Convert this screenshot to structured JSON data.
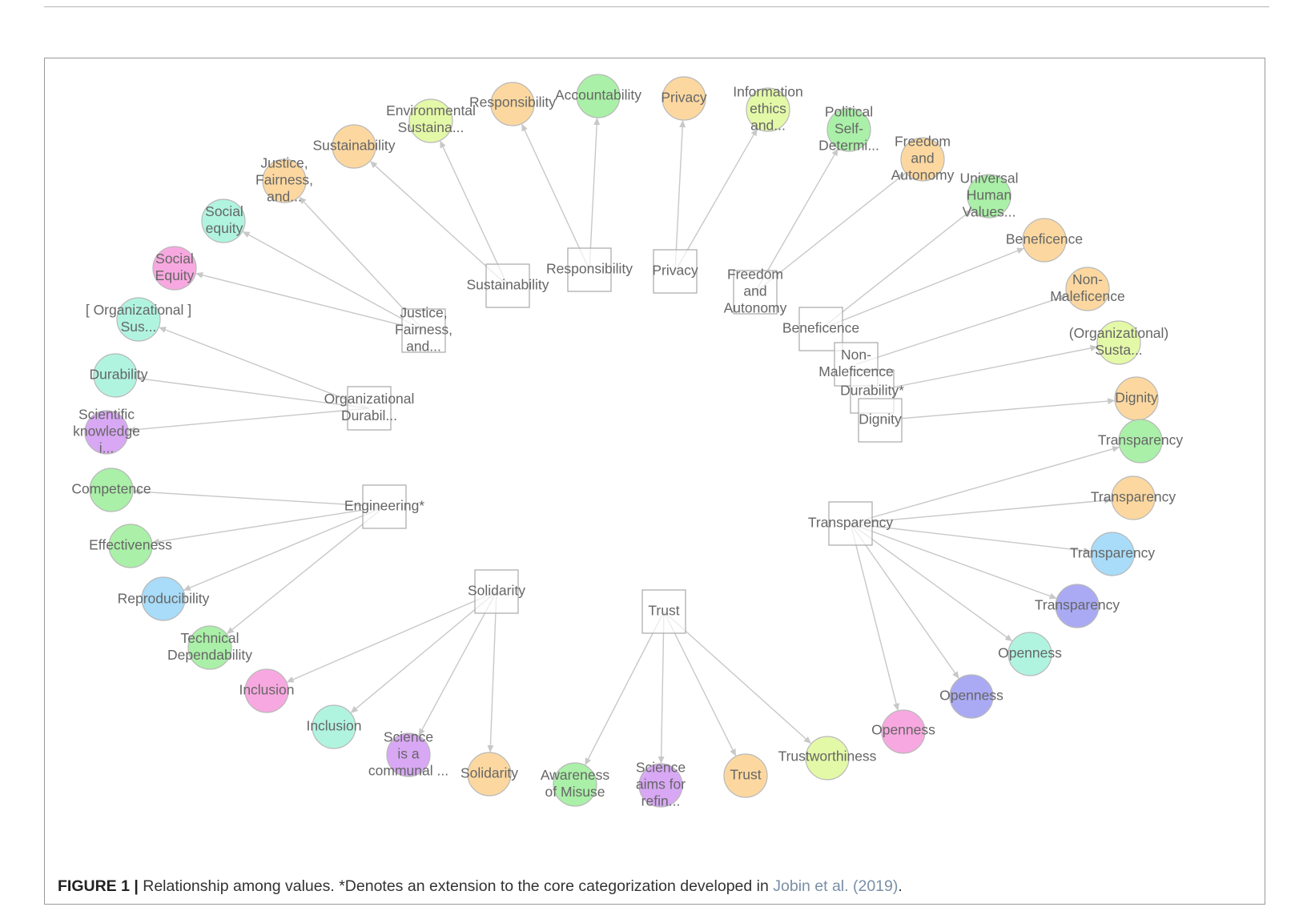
{
  "figure": {
    "caption_label": "FIGURE 1 |",
    "caption_text": "Relationship among values. *Denotes an extension to the core categorization developed in",
    "caption_ref": "Jobin et al. (2019)",
    "caption_end": "."
  },
  "colors": {
    "orange": "#fcd8a0",
    "green": "#aaf0a8",
    "lime": "#e4f9a8",
    "mint": "#b0f4e0",
    "pink": "#f8a8e0",
    "purple": "#d8a8f4",
    "blue": "#a8dcf8",
    "violet": "#aaaaf4",
    "edge": "#c8c8c8",
    "label": "#666666"
  },
  "graph": {
    "hubs": [
      {
        "id": "h-sust",
        "label": [
          "Sustainability"
        ],
        "targets": [
          "l-env",
          "l-sustain"
        ]
      },
      {
        "id": "h-resp",
        "label": [
          "Responsibility"
        ],
        "targets": [
          "l-resp",
          "l-acc"
        ]
      },
      {
        "id": "h-priv",
        "label": [
          "Privacy"
        ],
        "targets": [
          "l-priv",
          "l-infoeth"
        ]
      },
      {
        "id": "h-free",
        "label": [
          "Freedom",
          "and",
          "Autonomy"
        ],
        "targets": [
          "l-polsd",
          "l-freeaut"
        ]
      },
      {
        "id": "h-jfa",
        "label": [
          "Justice,",
          "Fairness,",
          "and..."
        ],
        "targets": [
          "l-jfa",
          "l-socequity1",
          "l-socequity2"
        ]
      },
      {
        "id": "h-benef",
        "label": [
          "Beneficence"
        ],
        "targets": [
          "l-univ",
          "l-benef"
        ]
      },
      {
        "id": "h-nonmal",
        "label": [
          "Non-",
          "Maleficence"
        ],
        "targets": [
          "l-nonmal"
        ]
      },
      {
        "id": "h-dura",
        "label": [
          "Durability*"
        ],
        "targets": [
          "l-orgsusta"
        ]
      },
      {
        "id": "h-dign",
        "label": [
          "Dignity"
        ],
        "targets": [
          "l-dign"
        ]
      },
      {
        "id": "h-orgdur",
        "label": [
          "Organizational",
          "Durabil..."
        ],
        "targets": [
          "l-orgsus",
          "l-durab",
          "l-scik"
        ]
      },
      {
        "id": "h-eng",
        "label": [
          "Engineering*"
        ],
        "targets": [
          "l-comp",
          "l-eff",
          "l-repro",
          "l-techdep"
        ]
      },
      {
        "id": "h-transp",
        "label": [
          "Transparency"
        ],
        "targets": [
          "l-tr1",
          "l-tr2",
          "l-tr3",
          "l-tr4",
          "l-open1",
          "l-open2",
          "l-open3"
        ]
      },
      {
        "id": "h-solid",
        "label": [
          "Solidarity"
        ],
        "targets": [
          "l-incl1",
          "l-incl2",
          "l-scicomm",
          "l-solid"
        ]
      },
      {
        "id": "h-trust",
        "label": [
          "Trust"
        ],
        "targets": [
          "l-aware",
          "l-sciaims",
          "l-trust",
          "l-trustw"
        ]
      }
    ],
    "leaves": [
      {
        "id": "l-env",
        "label": [
          "Environmental",
          "Sustaina..."
        ],
        "color": "lime"
      },
      {
        "id": "l-resp",
        "label": [
          "Responsibility"
        ],
        "color": "orange"
      },
      {
        "id": "l-acc",
        "label": [
          "Accountability"
        ],
        "color": "green"
      },
      {
        "id": "l-priv",
        "label": [
          "Privacy"
        ],
        "color": "orange"
      },
      {
        "id": "l-infoeth",
        "label": [
          "Information",
          "ethics",
          "and..."
        ],
        "color": "lime"
      },
      {
        "id": "l-polsd",
        "label": [
          "Political",
          "Self-",
          "Determi..."
        ],
        "color": "green"
      },
      {
        "id": "l-freeaut",
        "label": [
          "Freedom",
          "and",
          "Autonomy"
        ],
        "color": "orange"
      },
      {
        "id": "l-univ",
        "label": [
          "Universal",
          "Human",
          "Values..."
        ],
        "color": "green"
      },
      {
        "id": "l-benef",
        "label": [
          "Beneficence"
        ],
        "color": "orange"
      },
      {
        "id": "l-nonmal",
        "label": [
          "Non-",
          "Maleficence"
        ],
        "color": "orange"
      },
      {
        "id": "l-orgsusta",
        "label": [
          "(Organizational)",
          "Susta..."
        ],
        "color": "lime"
      },
      {
        "id": "l-dign",
        "label": [
          "Dignity"
        ],
        "color": "orange"
      },
      {
        "id": "l-tr1",
        "label": [
          "Transparency"
        ],
        "color": "green"
      },
      {
        "id": "l-tr2",
        "label": [
          "Transparency"
        ],
        "color": "orange"
      },
      {
        "id": "l-tr3",
        "label": [
          "Transparency"
        ],
        "color": "blue"
      },
      {
        "id": "l-tr4",
        "label": [
          "Transparency"
        ],
        "color": "violet"
      },
      {
        "id": "l-open1",
        "label": [
          "Openness"
        ],
        "color": "mint"
      },
      {
        "id": "l-open2",
        "label": [
          "Openness"
        ],
        "color": "violet"
      },
      {
        "id": "l-open3",
        "label": [
          "Openness"
        ],
        "color": "pink"
      },
      {
        "id": "l-trustw",
        "label": [
          "Trustworthiness"
        ],
        "color": "lime"
      },
      {
        "id": "l-trust",
        "label": [
          "Trust"
        ],
        "color": "orange"
      },
      {
        "id": "l-sciaims",
        "label": [
          "Science",
          "aims for",
          "refin..."
        ],
        "color": "purple"
      },
      {
        "id": "l-aware",
        "label": [
          "Awareness",
          "of Misuse"
        ],
        "color": "green"
      },
      {
        "id": "l-solid",
        "label": [
          "Solidarity"
        ],
        "color": "orange"
      },
      {
        "id": "l-scicomm",
        "label": [
          "Science",
          "is a",
          "communal ..."
        ],
        "color": "purple"
      },
      {
        "id": "l-incl2",
        "label": [
          "Inclusion"
        ],
        "color": "mint"
      },
      {
        "id": "l-incl1",
        "label": [
          "Inclusion"
        ],
        "color": "pink"
      },
      {
        "id": "l-techdep",
        "label": [
          "Technical",
          "Dependability"
        ],
        "color": "green"
      },
      {
        "id": "l-repro",
        "label": [
          "Reproducibility"
        ],
        "color": "blue"
      },
      {
        "id": "l-eff",
        "label": [
          "Effectiveness"
        ],
        "color": "green"
      },
      {
        "id": "l-comp",
        "label": [
          "Competence"
        ],
        "color": "green"
      },
      {
        "id": "l-scik",
        "label": [
          "Scientific",
          "knowledge",
          "i..."
        ],
        "color": "purple"
      },
      {
        "id": "l-durab",
        "label": [
          "Durability"
        ],
        "color": "mint"
      },
      {
        "id": "l-orgsus",
        "label": [
          "[ Organizational ]",
          "Sus..."
        ],
        "color": "mint"
      },
      {
        "id": "l-socequity2",
        "label": [
          "Social",
          "Equity"
        ],
        "color": "pink"
      },
      {
        "id": "l-socequity1",
        "label": [
          "Social",
          "equity"
        ],
        "color": "mint"
      },
      {
        "id": "l-jfa",
        "label": [
          "Justice,",
          "Fairness,",
          "and..."
        ],
        "color": "orange"
      },
      {
        "id": "l-sustain",
        "label": [
          "Sustainability"
        ],
        "color": "orange"
      }
    ]
  }
}
